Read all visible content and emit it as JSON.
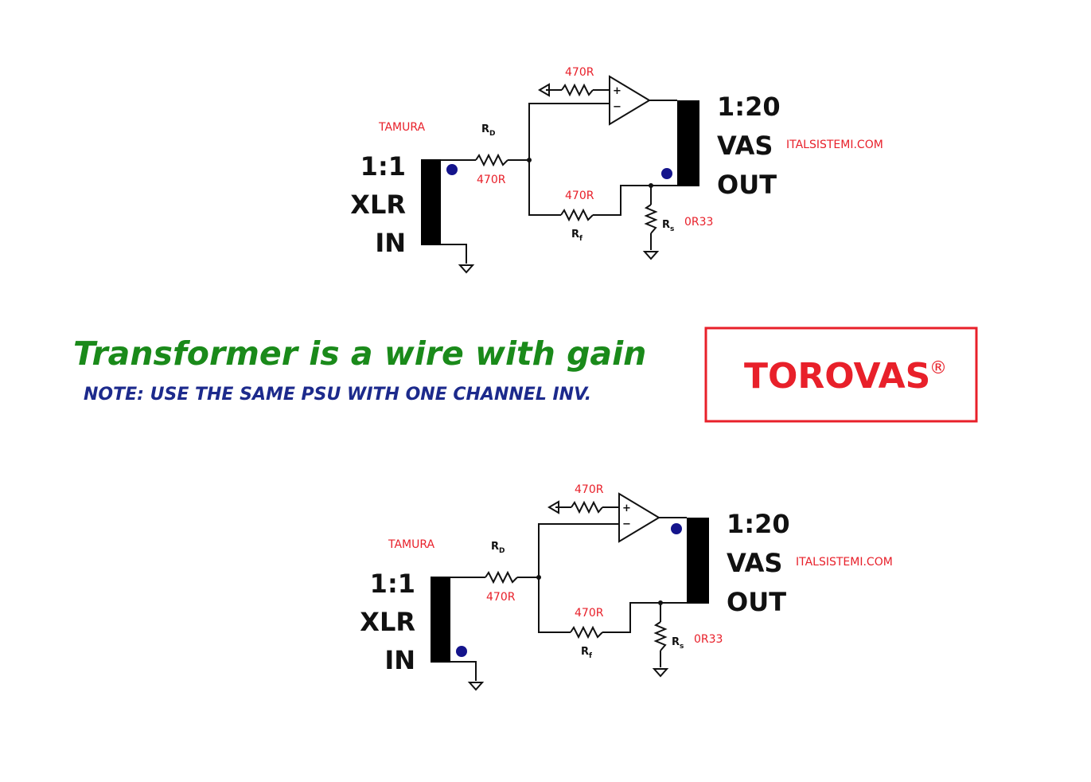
{
  "heading": "Transformer is a wire with gain",
  "note": "NOTE: USE THE SAME PSU WITH ONE CHANNEL INV.",
  "brand": {
    "name": "TOROVAS",
    "mark": "®"
  },
  "circuits": [
    {
      "input_vendor": "TAMURA",
      "input_ratio": "1:1",
      "input_line1": "XLR",
      "input_line2": "IN",
      "rd_label": "R",
      "rd_sub": "D",
      "rd_value": "470R",
      "rplus_value": "470R",
      "rf_label": "R",
      "rf_sub": "f",
      "rf_value": "470R",
      "rs_label": "R",
      "rs_sub": "s",
      "rs_value": "0R33",
      "opamp_plus": "+",
      "opamp_minus": "−",
      "output_ratio": "1:20",
      "output_line1": "VAS",
      "output_line2": "OUT",
      "website": "ITALSISTEMI.COM"
    },
    {
      "input_vendor": "TAMURA",
      "input_ratio": "1:1",
      "input_line1": "XLR",
      "input_line2": "IN",
      "rd_label": "R",
      "rd_sub": "D",
      "rd_value": "470R",
      "rplus_value": "470R",
      "rf_label": "R",
      "rf_sub": "f",
      "rf_value": "470R",
      "rs_label": "R",
      "rs_sub": "s",
      "rs_value": "0R33",
      "opamp_plus": "+",
      "opamp_minus": "−",
      "output_ratio": "1:20",
      "output_line1": "VAS",
      "output_line2": "OUT",
      "website": "ITALSISTEMI.COM"
    }
  ],
  "colors": {
    "heading": "#1a8a1a",
    "note": "#1c2a8c",
    "accent_red": "#e8202a",
    "phase_dot": "#14148c"
  }
}
